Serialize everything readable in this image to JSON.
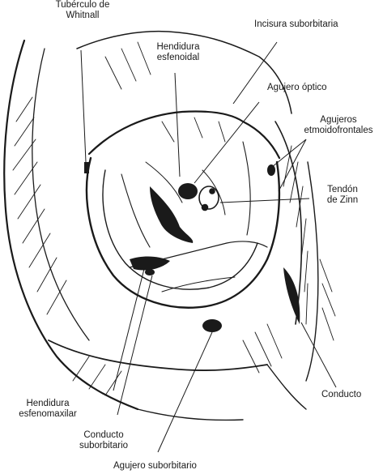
{
  "labels": {
    "whitnall": [
      "Tubérculo de",
      "Whitnall"
    ],
    "incisura": "Incisura suborbitaria",
    "hendidura_esfenoidal": [
      "Hendidura",
      "esfenoidal"
    ],
    "agujero_optico": "Agujero óptico",
    "etmoidofrontales": [
      "Agujeros",
      "etmoidofrontales"
    ],
    "zinn": [
      "Tendón",
      "de Zinn"
    ],
    "conducto": "Conducto",
    "hendidura_esfenomaxilar": [
      "Hendidura",
      "esfenomaxilar"
    ],
    "conducto_suborbitario": [
      "Conducto",
      "suborbitario"
    ],
    "agujero_suborbitario": "Agujero suborbitario"
  },
  "colors": {
    "ink": "#1a1a1a",
    "paper": "#ffffff"
  }
}
